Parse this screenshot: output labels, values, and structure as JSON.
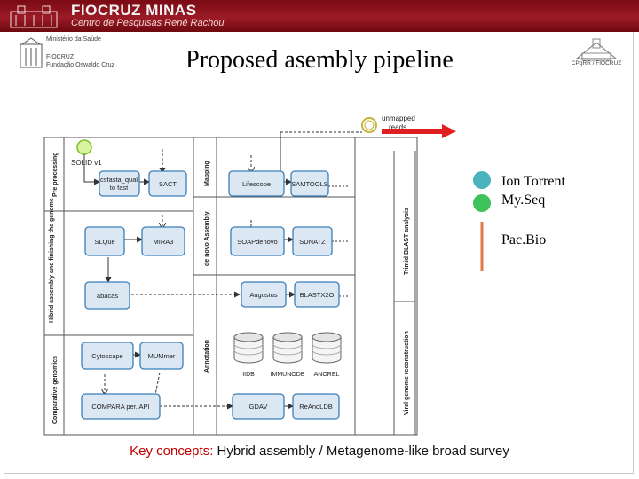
{
  "header": {
    "title": "FIOCRUZ MINAS",
    "subtitle": "Centro de Pesquisas René Rachou"
  },
  "org": {
    "ministerio": "Ministério da Saúde",
    "fiocruz": "FIOCRUZ",
    "fundacao": "Fundação Oswaldo Cruz",
    "cpqrr": "CPqRR / FIOCRUZ"
  },
  "slide_title": "Proposed asembly pipeline",
  "diagram": {
    "lanes_left": [
      "Pre processing",
      "Hibrid assembly and finishing the genome",
      "Comparative genomics"
    ],
    "lanes_mid": [
      "Mapping",
      "de novo Assembly",
      "Annotation"
    ],
    "lanes_right": [
      "Trimid BLAST analysis",
      "Viral genome reconstruction"
    ],
    "events": {
      "start": "SOLID v1",
      "unmapped": "unmapped reads"
    },
    "nodes": {
      "cofasta": "csfasta_qual to fast",
      "sact": "SACT",
      "lifescope": "Lifescope",
      "samtools": "SAMTOOLS",
      "slique": "SLQue",
      "mira": "MIRA3",
      "soapdenovo": "SOAPdenovo",
      "sdnatz": "SDNATZ",
      "abacas": "abacas",
      "augustus": "Augustus",
      "blastx": "BLASTX2O",
      "cytoscape": "Cytoscape",
      "mummer": "MUMmer",
      "compara": "COMPARA per. API",
      "gdav": "GDAV",
      "reanoldb": "ReAnoLDB"
    },
    "databases": [
      "IIDB",
      "IMMUNODB",
      "ANOREL"
    ]
  },
  "legend": {
    "ion_torrent": "Ion Torrent",
    "myseq": "My.Seq",
    "pacbio": "Pac.Bio",
    "colors": {
      "ion_torrent": "#4bb3bd",
      "myseq": "#3ec25a",
      "pacbio": "#e07a4a"
    }
  },
  "key_concepts": {
    "label": "Key concepts:",
    "text": "Hybrid assembly / Metagenome-like broad survey"
  },
  "colors": {
    "header": "#8a1220",
    "node_fill": "#dbe8f4",
    "node_border": "#3a7fb8",
    "arrow_red": "#e02020"
  }
}
